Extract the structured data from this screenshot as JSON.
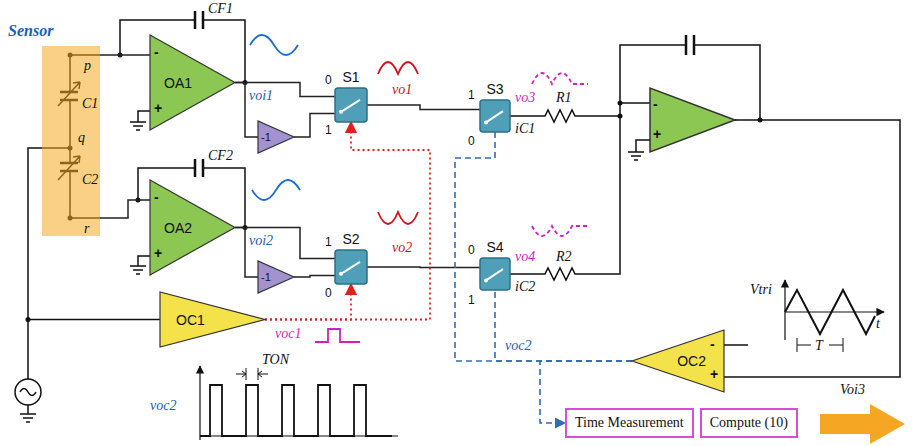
{
  "diagram": {
    "nodes": [
      {
        "text": [
          "Sensor"
        ]
      },
      {
        "text": [
          "OA1"
        ]
      },
      {
        "text": [
          "OA2"
        ]
      },
      {
        "text": [
          "-1"
        ]
      },
      {
        "text": [
          "-1"
        ]
      },
      {
        "text": [
          "S1"
        ]
      },
      {
        "text": [
          "S2"
        ]
      },
      {
        "text": [
          "S3"
        ]
      },
      {
        "text": [
          "S4"
        ]
      },
      {
        "text": [
          "OC1"
        ]
      },
      {
        "text": [
          "OC2"
        ]
      },
      {
        "text": [
          "Time Measurement"
        ]
      },
      {
        "text": [
          "Compute (10)"
        ]
      }
    ],
    "edges": [
      {
        "from": 0,
        "to": 1,
        "arrow": "none"
      },
      {
        "from": 0,
        "to": 2,
        "arrow": "none"
      },
      {
        "from": 1,
        "to": 5,
        "arrow": "none"
      },
      {
        "from": 1,
        "to": 3,
        "arrow": "none"
      },
      {
        "from": 3,
        "to": 5,
        "arrow": "none"
      },
      {
        "from": 2,
        "to": 6,
        "arrow": "none"
      },
      {
        "from": 2,
        "to": 4,
        "arrow": "none"
      },
      {
        "from": 4,
        "to": 6,
        "arrow": "none"
      },
      {
        "from": 5,
        "to": 7,
        "label": "vo1",
        "arrow": "none"
      },
      {
        "from": 6,
        "to": 8,
        "label": "vo2",
        "arrow": "none"
      },
      {
        "from": 9,
        "to": 5,
        "arrow": "to"
      },
      {
        "from": 9,
        "to": 6,
        "arrow": "to"
      },
      {
        "from": 10,
        "to": 7,
        "arrow": "none"
      },
      {
        "from": 10,
        "to": 8,
        "arrow": "none"
      },
      {
        "from": 10,
        "to": 11,
        "arrow": "to"
      }
    ],
    "labels": [
      "C1",
      "C2",
      "p",
      "q",
      "r",
      "CF1",
      "CF2",
      "-",
      "+",
      "-",
      "+",
      "voi1",
      "voi2",
      "0",
      "1",
      "1",
      "0",
      "1",
      "0",
      "0",
      "1",
      "vo3",
      "vo4",
      "iC1",
      "iC2",
      "R1",
      "R2",
      "-",
      "+",
      "voc1",
      "TON",
      "voc2",
      "voc2",
      "-",
      "+",
      "Vtri",
      "t",
      "T",
      "Voi3"
    ]
  }
}
